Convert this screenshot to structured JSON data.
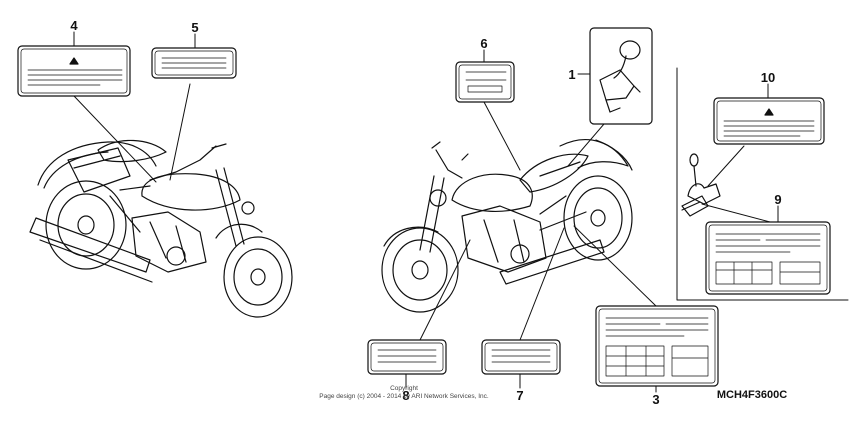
{
  "callouts": {
    "c1": "1",
    "c3": "3",
    "c4": "4",
    "c5": "5",
    "c6": "6",
    "c7": "7",
    "c8": "8",
    "c9": "9",
    "c10": "10"
  },
  "diagram_code": "MCH4F3600C",
  "copyright": {
    "line1": "Copyright",
    "line2": "Page design (c) 2004 - 2014 by ARI Network Services, Inc."
  }
}
